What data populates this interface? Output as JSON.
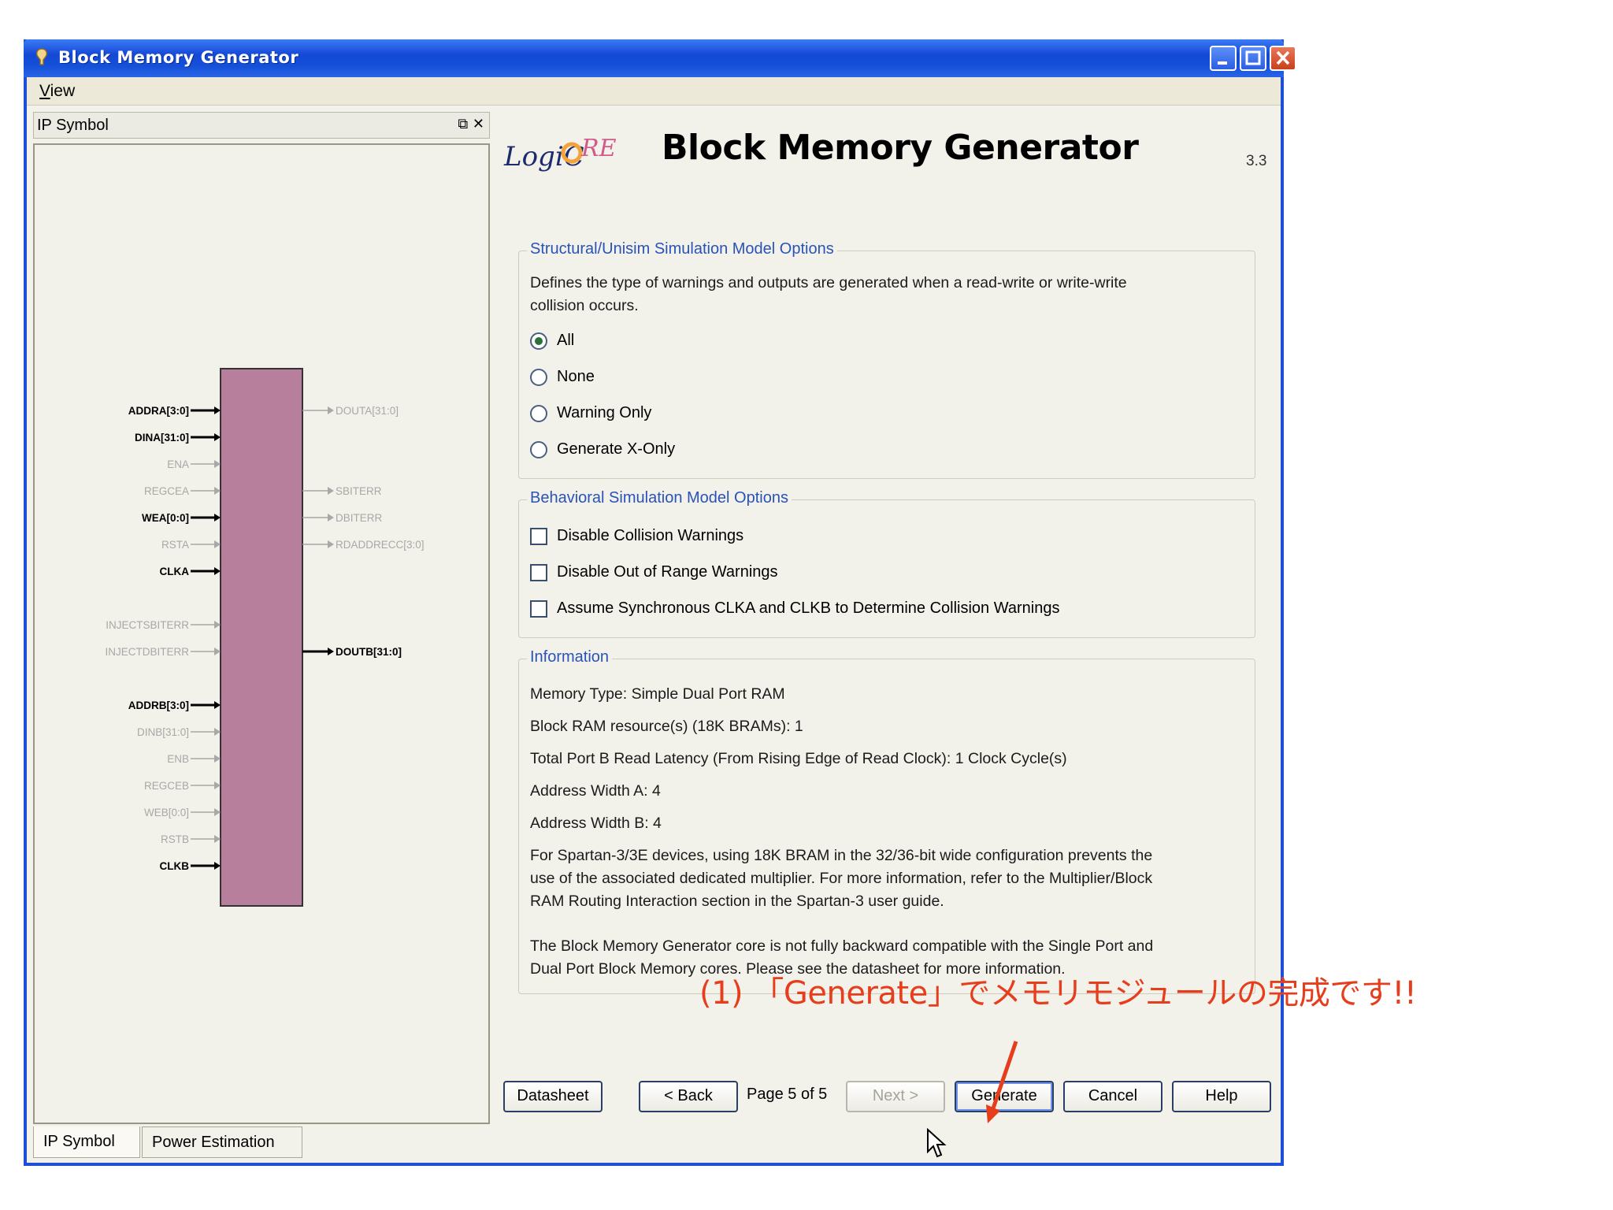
{
  "window": {
    "title": "Block Memory Generator"
  },
  "menubar": {
    "view_prefix": "V",
    "view_rest": "iew"
  },
  "left_panel": {
    "header_title": "IP Symbol",
    "header_buttons": "⧉ ✕",
    "tabs": [
      "IP Symbol",
      "Power Estimation"
    ],
    "pins_left": [
      {
        "label": "ADDRA[3:0]",
        "active": true
      },
      {
        "label": "DINA[31:0]",
        "active": true
      },
      {
        "label": "ENA",
        "active": false
      },
      {
        "label": "REGCEA",
        "active": false
      },
      {
        "label": "WEA[0:0]",
        "active": true
      },
      {
        "label": "RSTA",
        "active": false
      },
      {
        "label": "CLKA",
        "active": true
      },
      {
        "label": "INJECTSBITERR",
        "active": false
      },
      {
        "label": "INJECTDBITERR",
        "active": false
      },
      {
        "label": "ADDRB[3:0]",
        "active": true
      },
      {
        "label": "DINB[31:0]",
        "active": false
      },
      {
        "label": "ENB",
        "active": false
      },
      {
        "label": "REGCEB",
        "active": false
      },
      {
        "label": "WEB[0:0]",
        "active": false
      },
      {
        "label": "RSTB",
        "active": false
      },
      {
        "label": "CLKB",
        "active": true
      }
    ],
    "pins_right": [
      {
        "label": "DOUTA[31:0]",
        "active": false
      },
      {
        "label": "SBITERR",
        "active": false
      },
      {
        "label": "DBITERR",
        "active": false
      },
      {
        "label": "RDADDRECC[3:0]",
        "active": false
      },
      {
        "label": "DOUTB[31:0]",
        "active": true
      }
    ]
  },
  "header": {
    "logo_text_1": "LogiC",
    "logo_text_2": "RE",
    "title": "Block Memory Generator",
    "version": "3.3"
  },
  "structural_group": {
    "legend": "Structural/Unisim Simulation Model Options",
    "description_line1": "Defines the type of warnings and outputs are generated when a read-write or write-write",
    "description_line2": "collision occurs.",
    "options": [
      {
        "label": "All",
        "checked": true
      },
      {
        "label": "None",
        "checked": false
      },
      {
        "label": "Warning Only",
        "checked": false
      },
      {
        "label": "Generate X-Only",
        "checked": false
      }
    ]
  },
  "behavioral_group": {
    "legend": "Behavioral Simulation Model Options",
    "checkboxes": [
      {
        "label": "Disable Collision Warnings",
        "checked": false
      },
      {
        "label": "Disable Out of Range Warnings",
        "checked": false
      },
      {
        "label": "Assume Synchronous CLKA and CLKB to Determine Collision Warnings",
        "checked": false
      }
    ]
  },
  "information_group": {
    "legend": "Information",
    "memory_type": "Memory Type: Simple Dual Port RAM",
    "bram_resources": "Block RAM resource(s) (18K BRAMs): 1",
    "latency": "Total Port B Read Latency (From Rising Edge of Read Clock): 1 Clock Cycle(s)",
    "addr_width_a": "Address Width A: 4",
    "addr_width_b": "Address Width B: 4",
    "note1_line1": "For Spartan-3/3E devices, using 18K BRAM in the 32/36-bit wide configuration prevents the",
    "note1_line2": "use of the associated dedicated multiplier. For more information, refer to the Multiplier/Block",
    "note1_line3": "RAM Routing Interaction section in the Spartan-3 user guide.",
    "note2_line1": "The Block Memory Generator core is not fully backward compatible with the Single Port and",
    "note2_line2": "Dual Port Block Memory cores. Please see the datasheet for more information."
  },
  "footer": {
    "datasheet_label": "Datasheet",
    "back_label": "< Back",
    "page_info": "Page 5 of 5",
    "next_label": "Next >",
    "generate_label": "Generate",
    "cancel_label": "Cancel",
    "help_label": "Help"
  },
  "annotation": {
    "text": "(1) 「Generate」でメモリモジュールの完成です!!",
    "color": "#e63e1c"
  },
  "colors": {
    "titlebar": "#1448d6",
    "block_fill": "#b87f9c",
    "legend_blue": "#2a53b8"
  }
}
